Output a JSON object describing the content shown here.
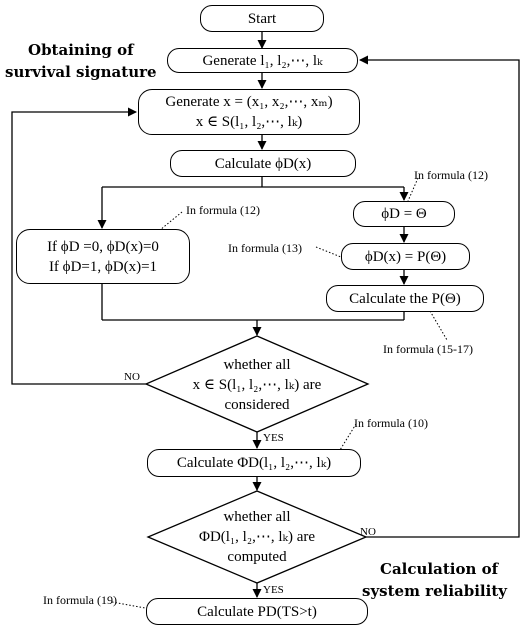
{
  "headings": {
    "obtaining": [
      "Obtaining of",
      "survival signature"
    ],
    "calculation": [
      "Calculation of",
      "system reliability"
    ]
  },
  "nodes": {
    "start": "Start",
    "generate_l": "Generate l₁, l₂,⋯, lₖ",
    "generate_x_line1": "Generate x = (x₁, x₂,⋯, xₘ)",
    "generate_x_line2": "x ∈ S(l₁, l₂,⋯, lₖ)",
    "calc_phi": "Calculate ϕD(x)",
    "phi_theta": "ϕD = Θ",
    "phi_cases_line1": "If ϕD =0, ϕD(x)=0",
    "phi_cases_line2": "If ϕD=1, ϕD(x)=1",
    "phi_p": "ϕD(x) = P(Θ)",
    "calc_p": "Calculate the P(Θ)",
    "decision1_line1": "whether all",
    "decision1_line2": "x ∈ S(l₁, l₂,⋯, lₖ) are",
    "decision1_line3": "considered",
    "calc_Phi": "Calculate ΦD(l₁, l₂,⋯, lₖ)",
    "decision2_line1": "whether all",
    "decision2_line2": "ΦD(l₁, l₂,⋯, lₖ) are",
    "decision2_line3": "computed",
    "calc_PD": "Calculate PD(TS>t)"
  },
  "edge_labels": {
    "no1": "NO",
    "yes1": "YES",
    "no2": "NO",
    "yes2": "YES"
  },
  "annotations": {
    "f12_right": "In formula (12)",
    "f12_left": "In formula (12)",
    "f13": "In formula (13)",
    "f15_17": "In formula (15-17)",
    "f10": "In formula (10)",
    "f19": "In formula (19)"
  }
}
